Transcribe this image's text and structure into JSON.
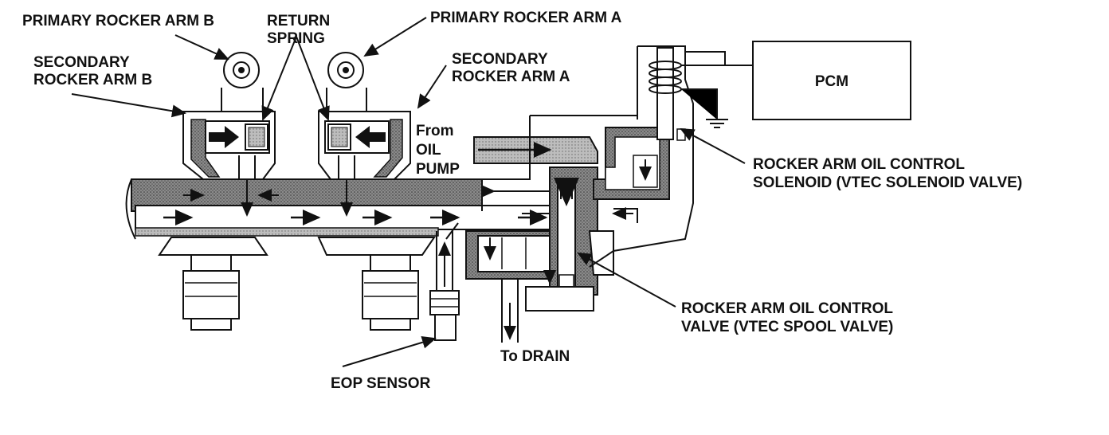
{
  "labels": {
    "primary_rocker_arm_b": "PRIMARY ROCKER ARM B",
    "return_spring_line1": "RETURN",
    "return_spring_line2": "SPRING",
    "primary_rocker_arm_a": "PRIMARY ROCKER ARM A",
    "secondary_rocker_arm_b_line1": "SECONDARY",
    "secondary_rocker_arm_b_line2": "ROCKER ARM B",
    "secondary_rocker_arm_a_line1": "SECONDARY",
    "secondary_rocker_arm_a_line2": "ROCKER ARM A",
    "pcm": "PCM",
    "from_oil_pump_line1": "From",
    "from_oil_pump_line2": "OIL",
    "from_oil_pump_line3": "PUMP",
    "solenoid_line1": "ROCKER ARM OIL CONTROL",
    "solenoid_line2": "SOLENOID (VTEC SOLENOID VALVE)",
    "spool_line1": "ROCKER ARM OIL CONTROL",
    "spool_line2": "VALVE (VTEC SPOOL VALVE)",
    "to_drain": "To DRAIN",
    "eop_sensor": "EOP SENSOR"
  }
}
